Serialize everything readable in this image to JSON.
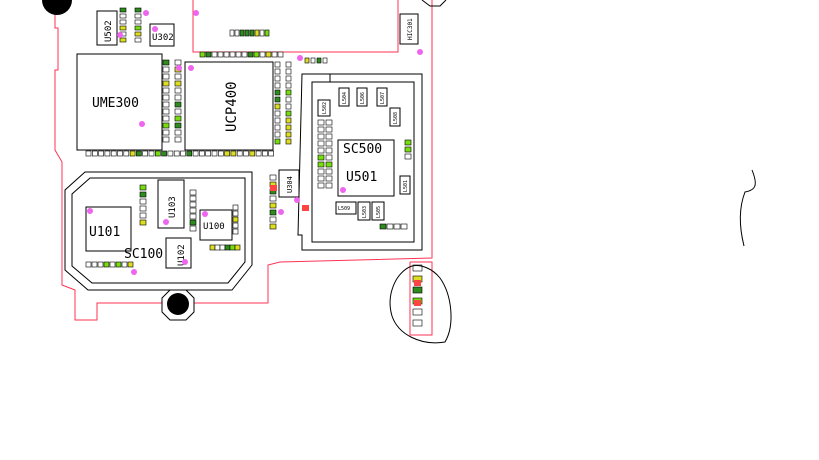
{
  "colors": {
    "board_outline": "#ff3355",
    "silkscreen": "#000000",
    "test_point": "#ee66ee",
    "pad_green": "#2e8b1e",
    "pad_lime": "#77dd11",
    "pad_yellow": "#dddd22",
    "pad_red": "#ff4444"
  },
  "components": {
    "ume300": "UME300",
    "ucp400": "UCP400",
    "u502": "U502",
    "u302": "U302",
    "hic301": "HIC301",
    "sc500": "SC500",
    "u501": "U501",
    "u101": "U101",
    "sc100": "SC100",
    "u103": "U103",
    "u100": "U100",
    "u102": "U102",
    "u304": "U304",
    "l504": "L504",
    "l506": "L506",
    "l507": "L507",
    "l508": "L508",
    "l502": "L502",
    "l509": "L509",
    "l503": "L503",
    "l505": "L505",
    "l501": "L501"
  }
}
